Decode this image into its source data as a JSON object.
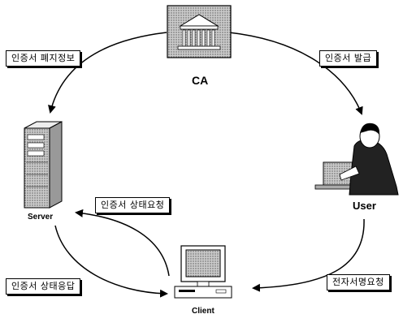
{
  "nodes": {
    "ca": "CA",
    "user": "User",
    "server": "Server",
    "client": "Client"
  },
  "edges": {
    "revocation_info": "인증서 폐지정보",
    "issue": "인증서 발급",
    "status_request": "인증서 상태요청",
    "status_response": "인증서 상태응답",
    "signature_request": "전자서명요청"
  }
}
